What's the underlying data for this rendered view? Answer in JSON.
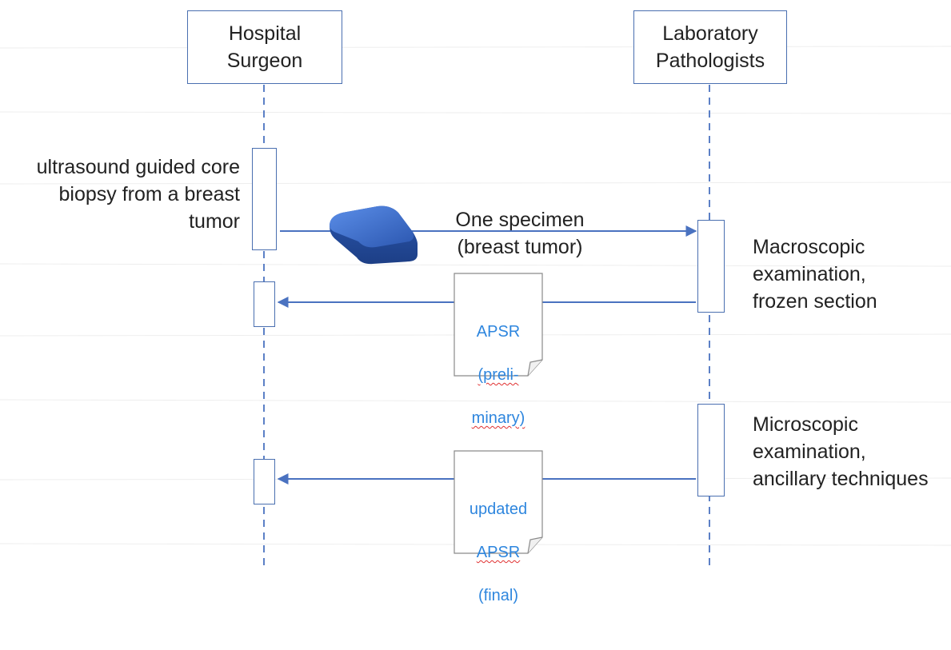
{
  "lifelines": [
    {
      "id": "surgeon",
      "title": "Hospital\nSurgeon"
    },
    {
      "id": "pathologists",
      "title": "Laboratory\nPathologists"
    }
  ],
  "notes": {
    "biopsy": "ultrasound guided core\nbiopsy from a breast\ntumor",
    "macroscopic": "Macroscopic\nexamination,\nfrozen section",
    "microscopic": "Microscopic\nexamination,\nancillary techniques"
  },
  "messages": {
    "specimen": "One specimen\n(breast tumor)",
    "preliminary_doc": {
      "line1": "APSR",
      "line2": "(preli-",
      "line3": "minary)"
    },
    "final_doc": {
      "line1": "updated",
      "line2": "APSR",
      "line3": "(final)"
    }
  },
  "colors": {
    "lifeline": "#4a6fb0",
    "arrow": "#4a72c0",
    "doc_text": "#2e86de",
    "specimen_block": "#2f5fb8"
  }
}
